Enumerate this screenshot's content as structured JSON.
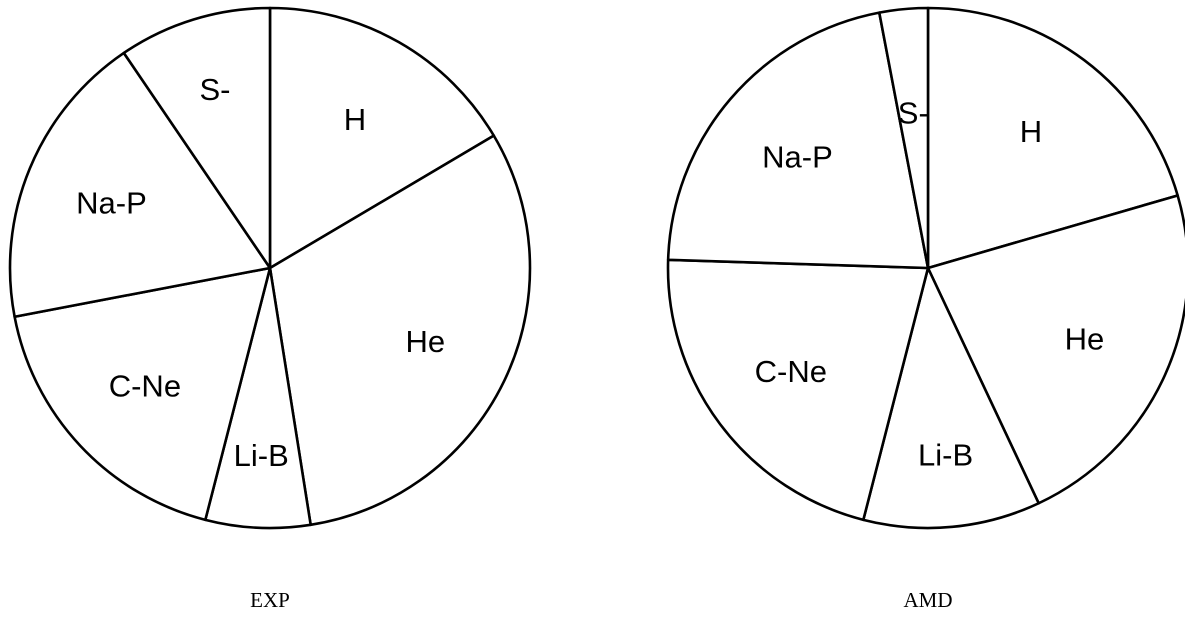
{
  "chart_data": [
    {
      "type": "pie",
      "title": "EXP",
      "direction": "clockwise",
      "start_angle_deg": 0,
      "categories": [
        "H",
        "He",
        "Li-B",
        "C-Ne",
        "Na-P",
        "S-"
      ],
      "values": [
        16.5,
        31.0,
        6.5,
        18.0,
        18.5,
        9.5
      ],
      "unit": "%",
      "stroke_color": "#000000",
      "fill_color": "#ffffff"
    },
    {
      "type": "pie",
      "title": "AMD",
      "direction": "clockwise",
      "start_angle_deg": 0,
      "categories": [
        "H",
        "He",
        "Li-B",
        "C-Ne",
        "Na-P",
        "S-"
      ],
      "values": [
        20.5,
        22.5,
        11.0,
        21.5,
        21.5,
        3.0
      ],
      "unit": "%",
      "stroke_color": "#000000",
      "fill_color": "#ffffff"
    }
  ]
}
